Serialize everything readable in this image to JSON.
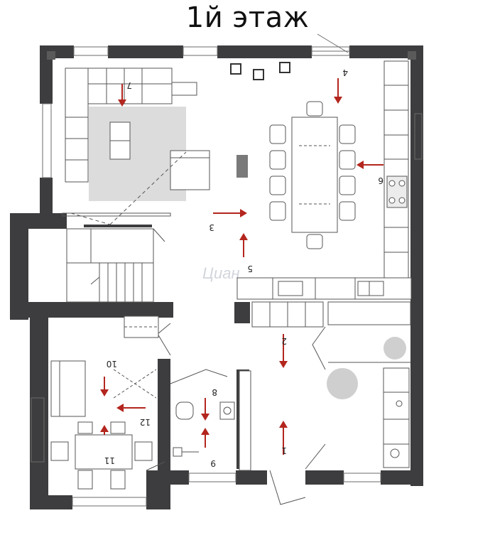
{
  "title": "1й этаж",
  "watermark": "Циан",
  "markers": [
    {
      "id": "m1",
      "label": "1"
    },
    {
      "id": "m2",
      "label": "2"
    },
    {
      "id": "m3",
      "label": "3"
    },
    {
      "id": "m4",
      "label": "4"
    },
    {
      "id": "m5",
      "label": "5"
    },
    {
      "id": "m6",
      "label": "6"
    },
    {
      "id": "m7",
      "label": "7"
    },
    {
      "id": "m8",
      "label": "8"
    },
    {
      "id": "m9",
      "label": "9"
    },
    {
      "id": "m10",
      "label": "10"
    },
    {
      "id": "m11",
      "label": "11"
    },
    {
      "id": "m12",
      "label": "12"
    }
  ],
  "colors": {
    "wall": "#3d3d3f",
    "line": "#6b6b6b",
    "arrow": "#b3261e",
    "rug": "#dcdcdc",
    "fixture": "#cfcfcf"
  }
}
